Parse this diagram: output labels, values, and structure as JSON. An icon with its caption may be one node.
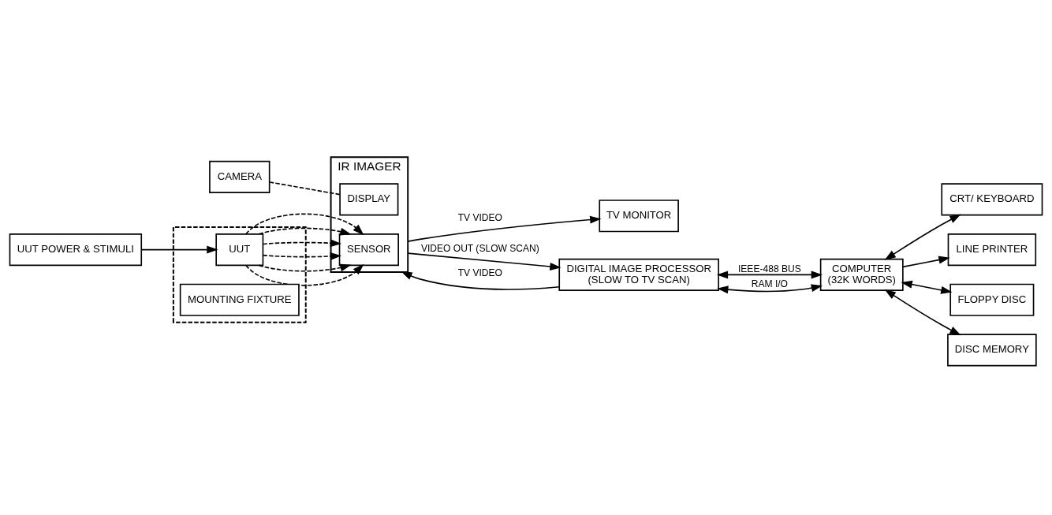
{
  "diagram": {
    "nodes": [
      {
        "text": [],
        "shape": "box"
      },
      {
        "text": [
          "UUT"
        ],
        "in": 0
      },
      {
        "text": [
          "MOUNTING FIXTURE"
        ],
        "in": 0
      },
      {
        "text": [
          "IR IMAGER"
        ]
      },
      {
        "text": [
          "SENSOR"
        ],
        "in": 3
      },
      {
        "text": [
          "DISPLAY"
        ],
        "in": 3
      },
      {
        "text": [
          "CAMERA"
        ]
      },
      {
        "text": [
          "TV MONITOR"
        ]
      },
      {
        "text": [
          "DIGITAL IMAGE PROCESSOR",
          "(SLOW TO TV SCAN)"
        ]
      },
      {
        "text": [
          "COMPUTER",
          "(32K WORDS)"
        ]
      },
      {
        "text": [
          "CRT/ KEYBOARD"
        ]
      },
      {
        "text": [
          "LINE PRINTER"
        ]
      },
      {
        "text": [
          "FLOPPY DISC"
        ]
      },
      {
        "text": [
          "DISC MEMORY"
        ]
      },
      {
        "text": [
          "UUT POWER & STIMULI"
        ]
      }
    ],
    "edges": [
      {
        "from": 6,
        "to": 5,
        "arrow": "none",
        "style": "dashed"
      },
      {
        "from": 3,
        "to": 7,
        "arrow": "to",
        "label": "TV VIDEO"
      },
      {
        "from": 14,
        "to": 1,
        "arrow": "to"
      },
      {
        "from": 1,
        "to": 4,
        "arrow": "to",
        "style": "dashed"
      },
      {
        "from": 1,
        "to": 4,
        "arrow": "to",
        "style": "dashed"
      },
      {
        "from": 1,
        "to": 4,
        "arrow": "to",
        "style": "dashed"
      },
      {
        "from": 1,
        "to": 4,
        "arrow": "to",
        "style": "dashed"
      },
      {
        "from": 1,
        "to": 4,
        "arrow": "to",
        "style": "dashed"
      },
      {
        "from": 1,
        "to": 4,
        "arrow": "to",
        "style": "dashed"
      },
      {
        "from": 3,
        "to": 8,
        "arrow": "to",
        "label": "VIDEO OUT (SLOW SCAN)"
      },
      {
        "from": 8,
        "to": 3,
        "arrow": "to",
        "label": "TV VIDEO"
      },
      {
        "from": 8,
        "to": 9,
        "arrow": "both",
        "label": "IEEE-488 BUS"
      },
      {
        "from": 8,
        "to": 9,
        "arrow": "both",
        "label": "RAM I/O"
      },
      {
        "from": 9,
        "to": 10,
        "arrow": "both"
      },
      {
        "from": 9,
        "to": 11,
        "arrow": "to"
      },
      {
        "from": 9,
        "to": 12,
        "arrow": "both"
      },
      {
        "from": 9,
        "to": 13,
        "arrow": "both"
      }
    ]
  }
}
